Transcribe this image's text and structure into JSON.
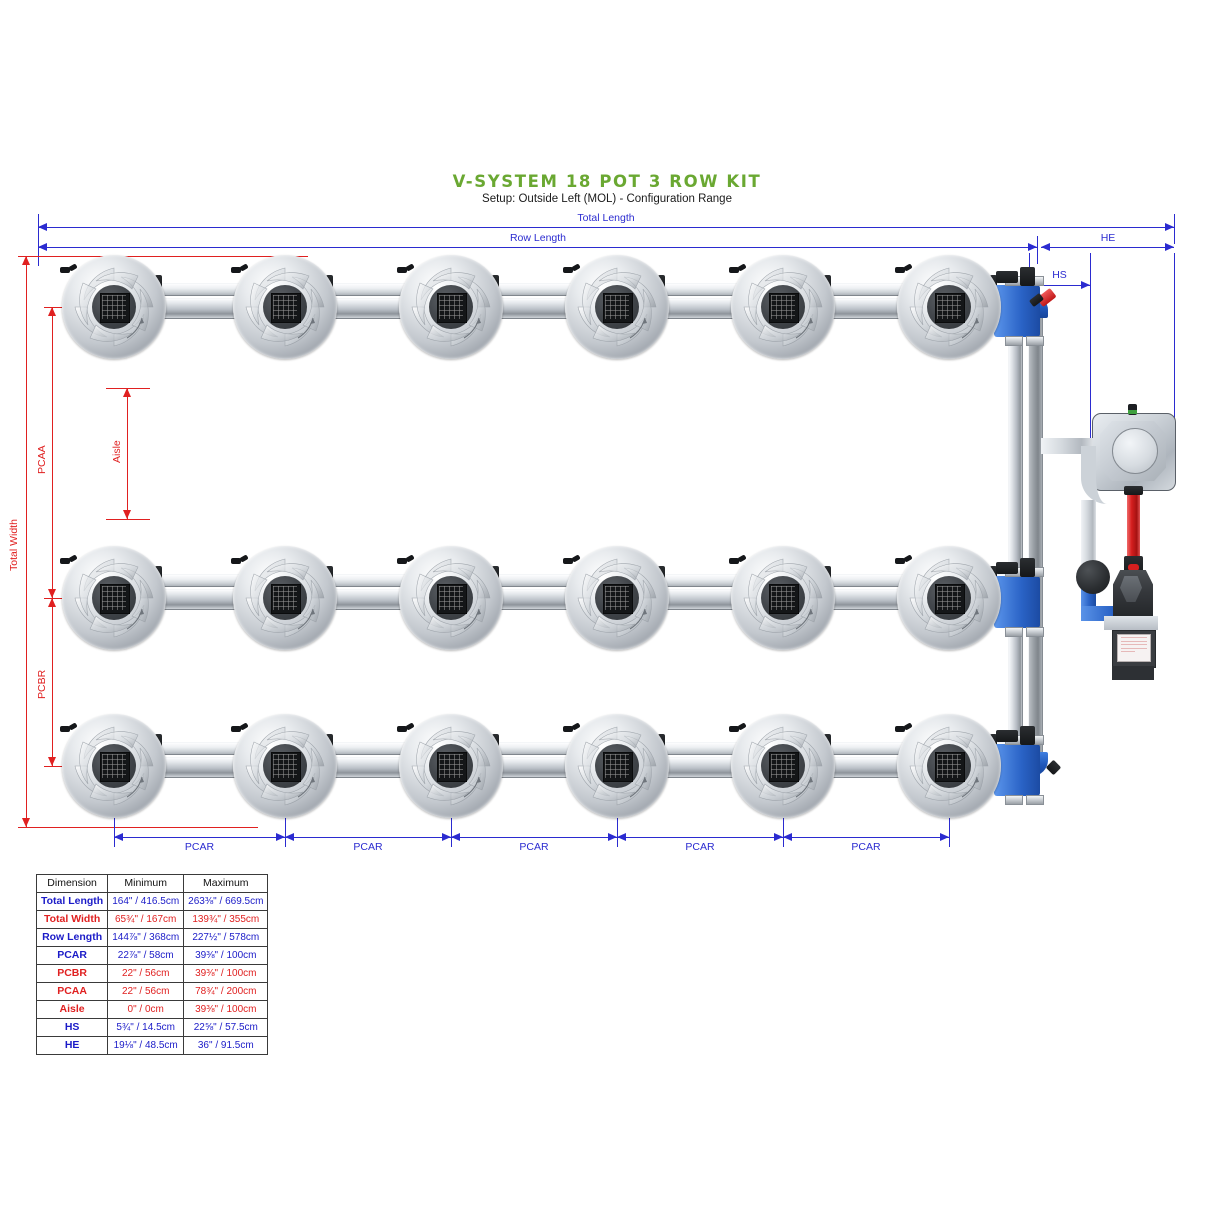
{
  "header": {
    "title": "V-SYSTEM 18 POT 3 ROW KIT",
    "subtitle": "Setup: Outside Left (MOL) - Configuration Range",
    "title_color": "#6aa832"
  },
  "diagram": {
    "pot_count": 18,
    "row_count": 3,
    "pots_per_row": 6,
    "dimension_labels": {
      "total_length": "Total Length",
      "row_length": "Row Length",
      "he": "HE",
      "hs": "HS",
      "total_width": "Total Width",
      "pcaa": "PCAA",
      "pcbr": "PCBR",
      "aisle": "Aisle",
      "pcar": "PCAR"
    },
    "pcar_segments": [
      "PCAR",
      "PCAR",
      "PCAR",
      "PCAR",
      "PCAR"
    ],
    "colors": {
      "blue_dimension": "#2b2bd0",
      "red_dimension": "#e02020",
      "pipe_blue": "#2a63c6",
      "pipe_red": "#d51f1f"
    }
  },
  "table": {
    "columns": [
      "Dimension",
      "Minimum",
      "Maximum"
    ],
    "rows": [
      {
        "name": "Total Length",
        "color": "blue",
        "min": "164\" / 416.5cm",
        "max": "263⅜\" / 669.5cm"
      },
      {
        "name": "Total Width",
        "color": "red",
        "min": "65¾\" / 167cm",
        "max": "139¾\" / 355cm"
      },
      {
        "name": "Row Length",
        "color": "blue",
        "min": "144⅞\" / 368cm",
        "max": "227½\" / 578cm"
      },
      {
        "name": "PCAR",
        "color": "blue",
        "min": "22⅞\" / 58cm",
        "max": "39⅜\" / 100cm"
      },
      {
        "name": "PCBR",
        "color": "red",
        "min": "22\" / 56cm",
        "max": "39⅜\" / 100cm"
      },
      {
        "name": "PCAA",
        "color": "red",
        "min": "22\" / 56cm",
        "max": "78¾\" / 200cm"
      },
      {
        "name": "Aisle",
        "color": "red",
        "min": "0\" / 0cm",
        "max": "39⅜\" / 100cm"
      },
      {
        "name": "HS",
        "color": "blue",
        "min": "5¾\" / 14.5cm",
        "max": "22⅝\" / 57.5cm"
      },
      {
        "name": "HE",
        "color": "blue",
        "min": "19⅛\" / 48.5cm",
        "max": "36\" / 91.5cm"
      }
    ]
  }
}
